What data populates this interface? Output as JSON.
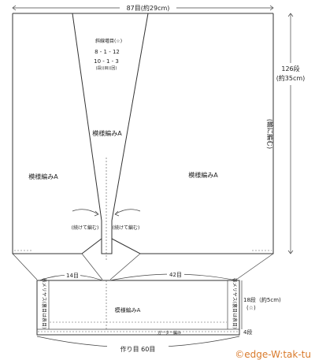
{
  "top": {
    "width": "87目(約29cm)",
    "rows": "126段",
    "rows_cm": "(約35cm)",
    "in_the_round": "(輪に編む)",
    "pattern_left": "模様編みA",
    "pattern_center": "模様編みA",
    "pattern_right": "模様編みA",
    "diag_title": "斜線増目(☆)",
    "diag_row1": "8 - 1 - 12",
    "diag_row2": "10 - 1 - 3",
    "diag_legend": "(段)(目)(回)",
    "continue_left": "(続けて編む)",
    "continue_right": "(続けて編む)"
  },
  "bottom": {
    "left_width": "14目",
    "right_width": "42目",
    "pattern": "模様編みA",
    "left_side": "表メリヤス(裏目は表目)",
    "right_side": "表メリヤス(裏目は表目)",
    "rows": "18段（約5cm)",
    "rows_mark": "(☆)",
    "garter": "ガーター編み",
    "garter_rows": "4段",
    "cast_on": "作り目 60目"
  },
  "credit": "©edge-W:tak-tu"
}
